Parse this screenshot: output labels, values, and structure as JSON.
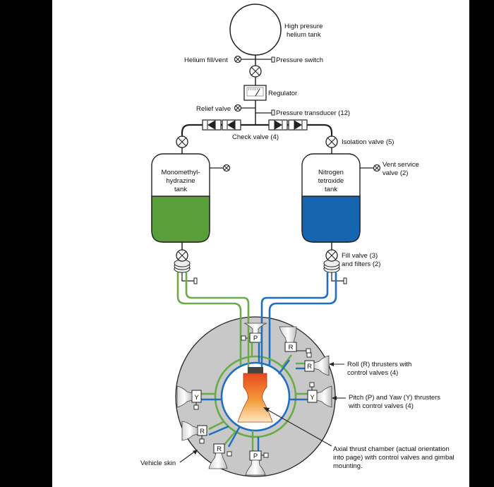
{
  "diagram": {
    "labels": {
      "helium_tank": [
        "High presure",
        "helium tank"
      ],
      "helium_fill": "Helium fill/vent",
      "pressure_switch": "Pressure switch",
      "regulator": "Regulator",
      "relief_valve": "Relief valve",
      "pressure_transducer": "Pressure transducer (12)",
      "check_valve": "Check valve (4)",
      "isolation_valve": "Isolation valve (5)",
      "fuel_tank": [
        "Monomethyl-",
        "hydrazine",
        "tank"
      ],
      "oxidizer_tank": [
        "Nitrogen",
        "tetroxide",
        "tank"
      ],
      "vent_service": [
        "Vent service",
        "valve (2)"
      ],
      "fill_valve": [
        "Fill valve (3)",
        "and filters (2)"
      ],
      "roll_thrusters": [
        "Roll (R) thrusters with",
        "control valves (4)"
      ],
      "pitch_yaw": [
        "Pitch (P) and Yaw (Y) thrusters",
        "with control valves (4)"
      ],
      "vehicle_skin": "Vehicle skin",
      "axial_chamber": [
        "Axial thrust chamber (actual orientation",
        "into page) with control valves and gimbal",
        "mounting."
      ],
      "thruster_R": "R",
      "thruster_P": "P",
      "thruster_Y": "Y"
    },
    "colors": {
      "fuel_green": "#5a9e3a",
      "oxidizer_blue": "#1565b0",
      "line_green": "#6aaa48",
      "line_blue": "#1f6fc0",
      "skin_gray": "#c8c8c8",
      "background": "#000000"
    }
  }
}
